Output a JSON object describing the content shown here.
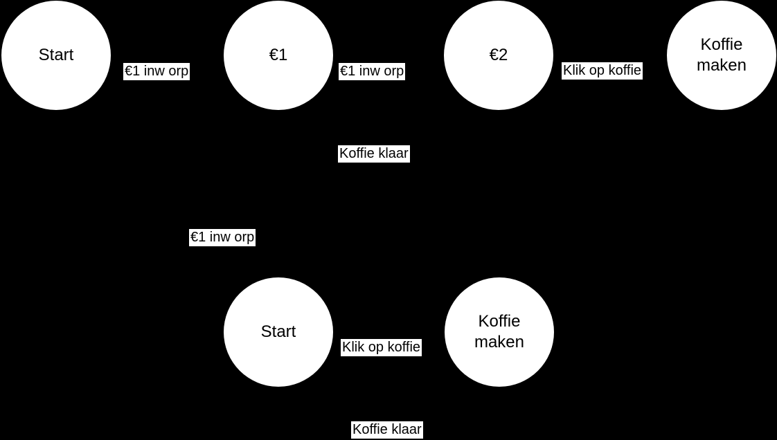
{
  "diagram": {
    "type": "state-machine",
    "colors": {
      "background": "#000000",
      "node_fill": "#ffffff",
      "node_text": "#000000",
      "edge_label_bg": "#ffffff",
      "edge_label_text": "#000000"
    },
    "states": [
      {
        "id": "start-top",
        "label": "Start"
      },
      {
        "id": "e1",
        "label": "€1"
      },
      {
        "id": "e2",
        "label": "€2"
      },
      {
        "id": "koffie-maken-top",
        "label": "Koffie maken"
      },
      {
        "id": "start-bottom",
        "label": "Start"
      },
      {
        "id": "koffie-maken-bottom",
        "label": "Koffie maken"
      }
    ],
    "transitions": [
      {
        "id": "inworp-1",
        "label": "€1 inw orp"
      },
      {
        "id": "inworp-2",
        "label": "€1 inw orp"
      },
      {
        "id": "klik-top",
        "label": "Klik op koffie"
      },
      {
        "id": "klaar-mid",
        "label": "Koffie klaar"
      },
      {
        "id": "inworp-3",
        "label": "€1 inw orp"
      },
      {
        "id": "klik-bottom",
        "label": "Klik op koffie"
      },
      {
        "id": "klaar-bottom",
        "label": "Koffie klaar"
      }
    ]
  }
}
